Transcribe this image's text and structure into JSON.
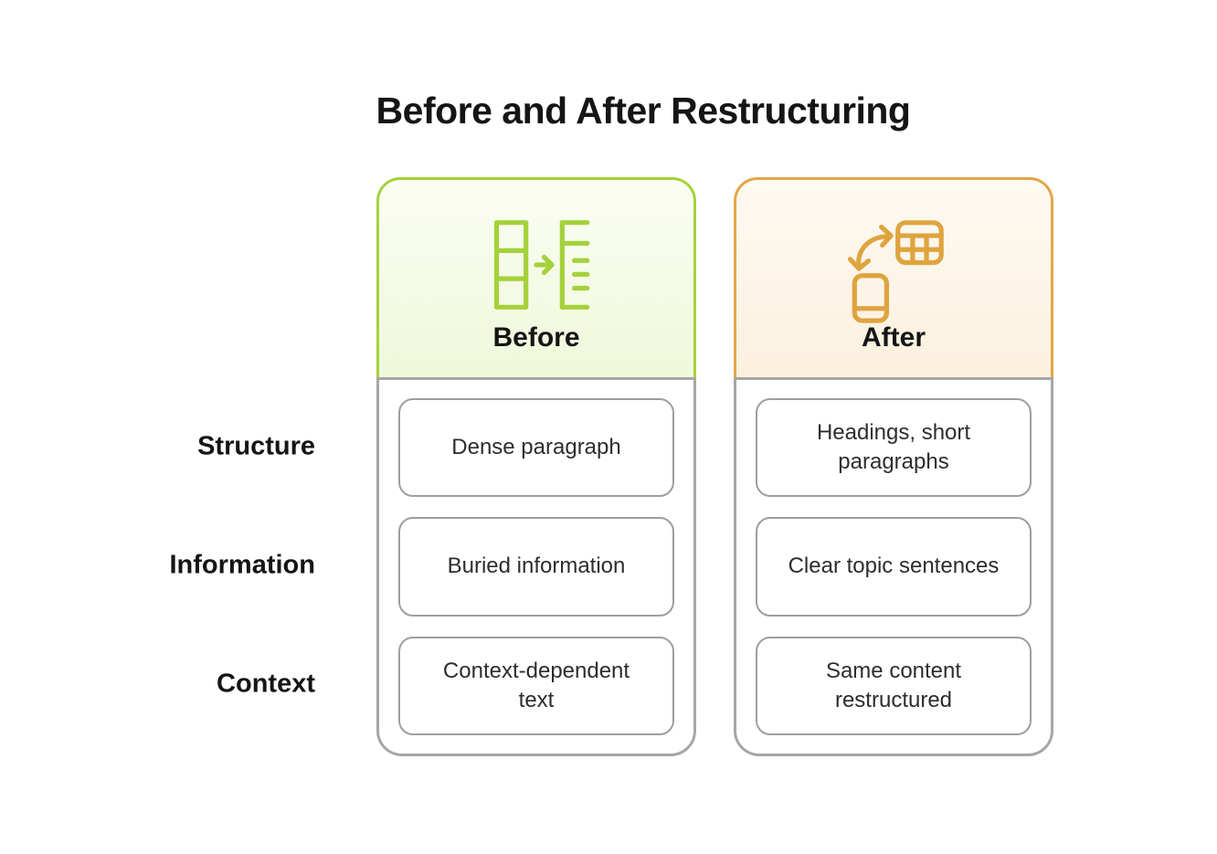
{
  "title": "Before and After Restructuring",
  "row_labels": [
    "Structure",
    "Information",
    "Context"
  ],
  "columns": {
    "before": {
      "label": "Before",
      "icon": "column-to-list-icon",
      "accent_border": "#a6d23c",
      "header_gradient_top": "#fbfdf3",
      "header_gradient_bottom": "#eff8da",
      "cells": [
        "Dense paragraph",
        "Buried information",
        "Context-dependent text"
      ]
    },
    "after": {
      "label": "After",
      "icon": "swap-phone-to-table-icon",
      "accent_border": "#e2a647",
      "header_gradient_top": "#fdfaf2",
      "header_gradient_bottom": "#fcf0de",
      "cells": [
        "Headings, short paragraphs",
        "Clear topic sentences",
        "Same content restructured"
      ]
    }
  },
  "neutral_colors": {
    "panel_border": "#a6a6a6",
    "cell_border": "#9e9e9e",
    "cell_text": "#2d2d2d",
    "heading_text": "#151515"
  }
}
